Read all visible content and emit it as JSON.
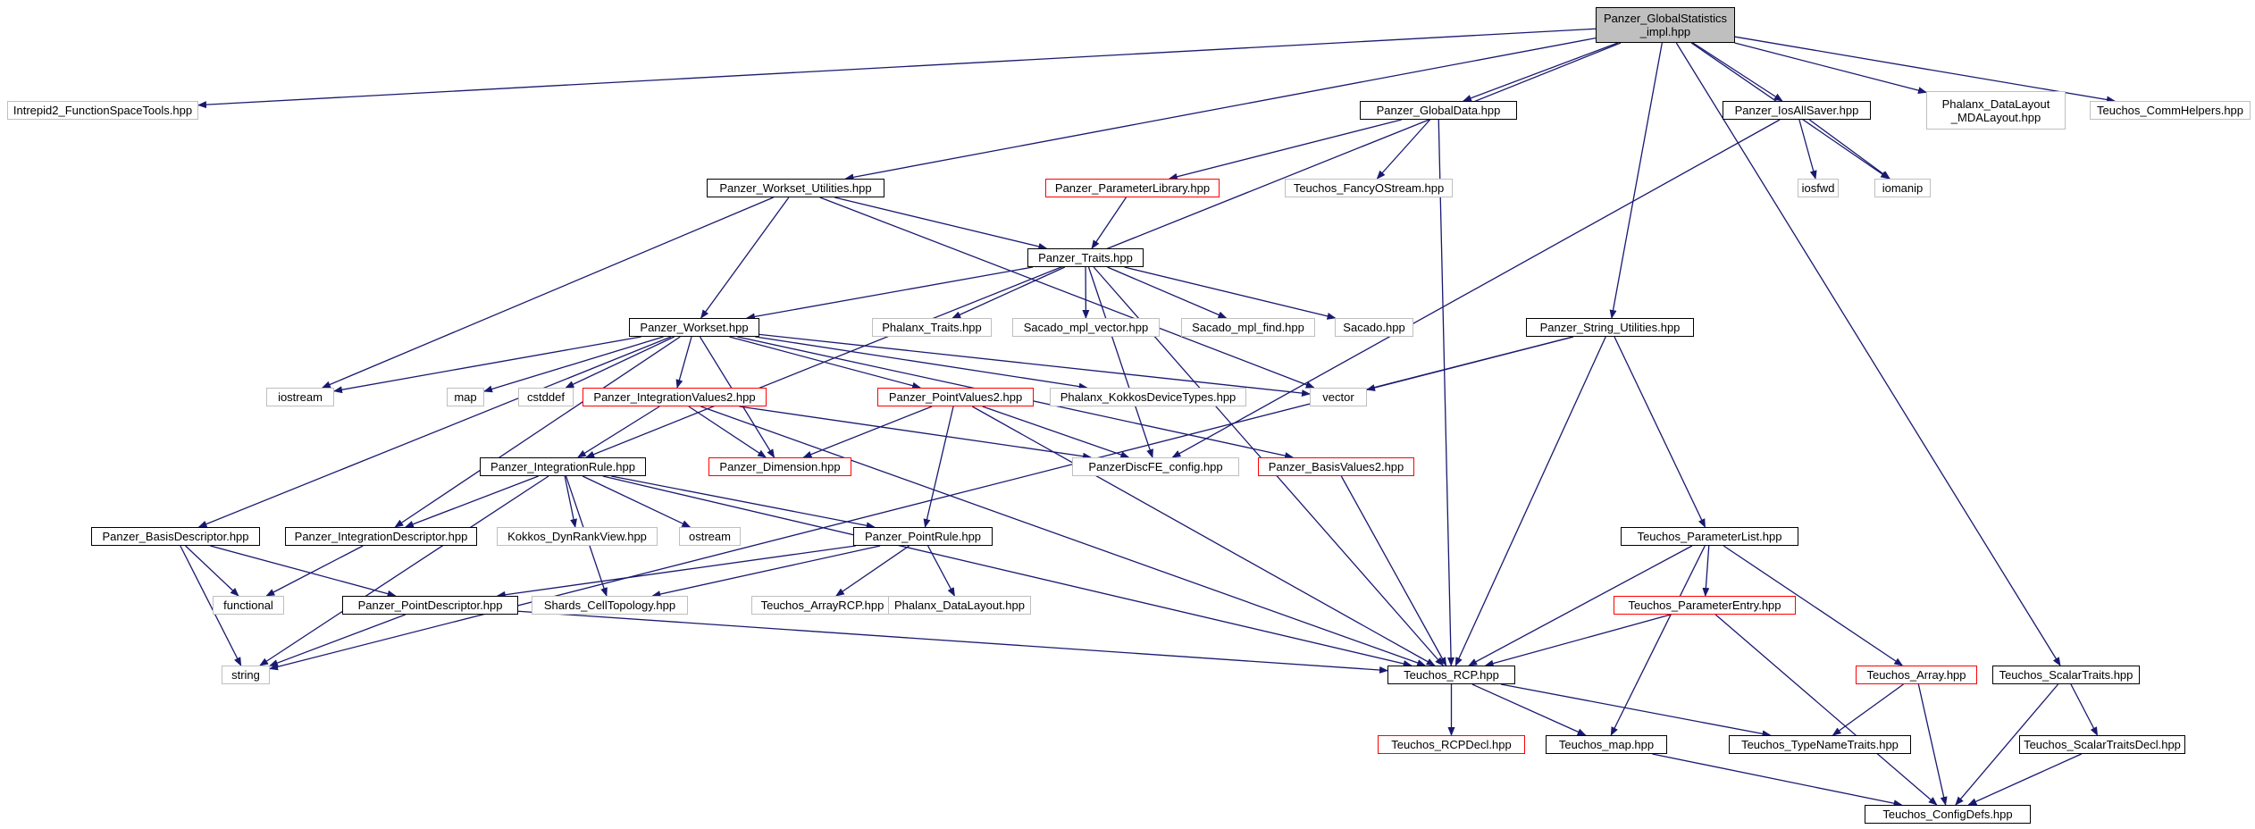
{
  "colors": {
    "edge": "#191970",
    "normal_border": "#000000",
    "external_border": "#bfbfbf",
    "incomplete_border": "#ff0000",
    "root_fill": "#bfbfbf"
  },
  "nodes": [
    {
      "id": "root",
      "label": "Panzer_GlobalStatistics\n_impl.hpp",
      "kind": "root"
    },
    {
      "id": "intrepid2",
      "label": "Intrepid2_FunctionSpaceTools.hpp",
      "kind": "external"
    },
    {
      "id": "globaldata",
      "label": "Panzer_GlobalData.hpp",
      "kind": "normal"
    },
    {
      "id": "iosallsaver",
      "label": "Panzer_IosAllSaver.hpp",
      "kind": "normal"
    },
    {
      "id": "mdalayout",
      "label": "Phalanx_DataLayout\n_MDALayout.hpp",
      "kind": "external"
    },
    {
      "id": "commhelpers",
      "label": "Teuchos_CommHelpers.hpp",
      "kind": "external"
    },
    {
      "id": "worksetutil",
      "label": "Panzer_Workset_Utilities.hpp",
      "kind": "normal"
    },
    {
      "id": "paramlib",
      "label": "Panzer_ParameterLibrary.hpp",
      "kind": "incomplete"
    },
    {
      "id": "fancyostream",
      "label": "Teuchos_FancyOStream.hpp",
      "kind": "external"
    },
    {
      "id": "iosfwd",
      "label": "iosfwd",
      "kind": "external"
    },
    {
      "id": "iomanip",
      "label": "iomanip",
      "kind": "external"
    },
    {
      "id": "traits",
      "label": "Panzer_Traits.hpp",
      "kind": "normal"
    },
    {
      "id": "workset",
      "label": "Panzer_Workset.hpp",
      "kind": "normal"
    },
    {
      "id": "phxtraits",
      "label": "Phalanx_Traits.hpp",
      "kind": "external"
    },
    {
      "id": "mplvector",
      "label": "Sacado_mpl_vector.hpp",
      "kind": "external"
    },
    {
      "id": "mplfind",
      "label": "Sacado_mpl_find.hpp",
      "kind": "external"
    },
    {
      "id": "sacado",
      "label": "Sacado.hpp",
      "kind": "external"
    },
    {
      "id": "stringutil",
      "label": "Panzer_String_Utilities.hpp",
      "kind": "normal"
    },
    {
      "id": "iostream",
      "label": "iostream",
      "kind": "external"
    },
    {
      "id": "map",
      "label": "map",
      "kind": "external"
    },
    {
      "id": "cstddef",
      "label": "cstddef",
      "kind": "external"
    },
    {
      "id": "intvalues2",
      "label": "Panzer_IntegrationValues2.hpp",
      "kind": "incomplete"
    },
    {
      "id": "pointvalues2",
      "label": "Panzer_PointValues2.hpp",
      "kind": "incomplete"
    },
    {
      "id": "kokkosdevice",
      "label": "Phalanx_KokkosDeviceTypes.hpp",
      "kind": "external"
    },
    {
      "id": "vector",
      "label": "vector",
      "kind": "external"
    },
    {
      "id": "intrule",
      "label": "Panzer_IntegrationRule.hpp",
      "kind": "normal"
    },
    {
      "id": "dimension",
      "label": "Panzer_Dimension.hpp",
      "kind": "incomplete"
    },
    {
      "id": "discfe",
      "label": "PanzerDiscFE_config.hpp",
      "kind": "external"
    },
    {
      "id": "basisvalues2",
      "label": "Panzer_BasisValues2.hpp",
      "kind": "incomplete"
    },
    {
      "id": "basisdesc",
      "label": "Panzer_BasisDescriptor.hpp",
      "kind": "normal"
    },
    {
      "id": "intdesc",
      "label": "Panzer_IntegrationDescriptor.hpp",
      "kind": "normal"
    },
    {
      "id": "dynrank",
      "label": "Kokkos_DynRankView.hpp",
      "kind": "external"
    },
    {
      "id": "ostream",
      "label": "ostream",
      "kind": "external"
    },
    {
      "id": "pointrule",
      "label": "Panzer_PointRule.hpp",
      "kind": "normal"
    },
    {
      "id": "paramlist",
      "label": "Teuchos_ParameterList.hpp",
      "kind": "normal"
    },
    {
      "id": "functional",
      "label": "functional",
      "kind": "external"
    },
    {
      "id": "pointdesc",
      "label": "Panzer_PointDescriptor.hpp",
      "kind": "normal"
    },
    {
      "id": "cell",
      "label": "Shards_CellTopology.hpp",
      "kind": "external"
    },
    {
      "id": "arrayrcp",
      "label": "Teuchos_ArrayRCP.hpp",
      "kind": "external"
    },
    {
      "id": "phxdatalayout",
      "label": "Phalanx_DataLayout.hpp",
      "kind": "external"
    },
    {
      "id": "paramentry",
      "label": "Teuchos_ParameterEntry.hpp",
      "kind": "incomplete"
    },
    {
      "id": "string",
      "label": "string",
      "kind": "external"
    },
    {
      "id": "rcp",
      "label": "Teuchos_RCP.hpp",
      "kind": "normal"
    },
    {
      "id": "array",
      "label": "Teuchos_Array.hpp",
      "kind": "incomplete"
    },
    {
      "id": "scalartraits",
      "label": "Teuchos_ScalarTraits.hpp",
      "kind": "normal"
    },
    {
      "id": "rcpdecl",
      "label": "Teuchos_RCPDecl.hpp",
      "kind": "incomplete"
    },
    {
      "id": "tmap",
      "label": "Teuchos_map.hpp",
      "kind": "normal"
    },
    {
      "id": "typename",
      "label": "Teuchos_TypeNameTraits.hpp",
      "kind": "normal"
    },
    {
      "id": "scalardecl",
      "label": "Teuchos_ScalarTraitsDecl.hpp",
      "kind": "normal"
    },
    {
      "id": "configdefs",
      "label": "Teuchos_ConfigDefs.hpp",
      "kind": "normal"
    }
  ],
  "edges": [
    [
      "root",
      "intrepid2"
    ],
    [
      "root",
      "intrule"
    ],
    [
      "root",
      "worksetutil"
    ],
    [
      "root",
      "globaldata"
    ],
    [
      "root",
      "stringutil"
    ],
    [
      "root",
      "iosallsaver"
    ],
    [
      "root",
      "iomanip"
    ],
    [
      "root",
      "mdalayout"
    ],
    [
      "root",
      "commhelpers"
    ],
    [
      "root",
      "scalartraits"
    ],
    [
      "globaldata",
      "paramlib"
    ],
    [
      "globaldata",
      "fancyostream"
    ],
    [
      "globaldata",
      "rcp"
    ],
    [
      "iosallsaver",
      "iosfwd"
    ],
    [
      "iosallsaver",
      "iomanip"
    ],
    [
      "iosallsaver",
      "discfe"
    ],
    [
      "paramlib",
      "traits"
    ],
    [
      "worksetutil",
      "traits"
    ],
    [
      "worksetutil",
      "workset"
    ],
    [
      "worksetutil",
      "iostream"
    ],
    [
      "worksetutil",
      "vector"
    ],
    [
      "traits",
      "workset"
    ],
    [
      "traits",
      "phxtraits"
    ],
    [
      "traits",
      "mplvector"
    ],
    [
      "traits",
      "mplfind"
    ],
    [
      "traits",
      "sacado"
    ],
    [
      "traits",
      "discfe"
    ],
    [
      "traits",
      "rcp"
    ],
    [
      "workset",
      "iostream"
    ],
    [
      "workset",
      "map"
    ],
    [
      "workset",
      "cstddef"
    ],
    [
      "workset",
      "intvalues2"
    ],
    [
      "workset",
      "pointvalues2"
    ],
    [
      "workset",
      "kokkosdevice"
    ],
    [
      "workset",
      "vector"
    ],
    [
      "workset",
      "basisvalues2"
    ],
    [
      "workset",
      "dimension"
    ],
    [
      "workset",
      "basisdesc"
    ],
    [
      "workset",
      "intdesc"
    ],
    [
      "stringutil",
      "vector"
    ],
    [
      "stringutil",
      "string"
    ],
    [
      "stringutil",
      "rcp"
    ],
    [
      "stringutil",
      "paramlist"
    ],
    [
      "intvalues2",
      "intrule"
    ],
    [
      "intvalues2",
      "dimension"
    ],
    [
      "intvalues2",
      "discfe"
    ],
    [
      "intvalues2",
      "rcp"
    ],
    [
      "pointvalues2",
      "dimension"
    ],
    [
      "pointvalues2",
      "discfe"
    ],
    [
      "pointvalues2",
      "pointrule"
    ],
    [
      "pointvalues2",
      "rcp"
    ],
    [
      "basisvalues2",
      "rcp"
    ],
    [
      "intrule",
      "intdesc"
    ],
    [
      "intrule",
      "dynrank"
    ],
    [
      "intrule",
      "ostream"
    ],
    [
      "intrule",
      "pointrule"
    ],
    [
      "intrule",
      "cell"
    ],
    [
      "intrule",
      "string"
    ],
    [
      "intrule",
      "rcp"
    ],
    [
      "basisdesc",
      "functional"
    ],
    [
      "basisdesc",
      "pointdesc"
    ],
    [
      "basisdesc",
      "string"
    ],
    [
      "intdesc",
      "functional"
    ],
    [
      "pointrule",
      "pointdesc"
    ],
    [
      "pointrule",
      "cell"
    ],
    [
      "pointrule",
      "arrayrcp"
    ],
    [
      "pointrule",
      "phxdatalayout"
    ],
    [
      "pointdesc",
      "string"
    ],
    [
      "pointdesc",
      "rcp"
    ],
    [
      "paramlist",
      "rcp"
    ],
    [
      "paramlist",
      "paramentry"
    ],
    [
      "paramlist",
      "array"
    ],
    [
      "paramlist",
      "tmap"
    ],
    [
      "paramentry",
      "rcp"
    ],
    [
      "paramentry",
      "configdefs"
    ],
    [
      "rcp",
      "rcpdecl"
    ],
    [
      "rcp",
      "tmap"
    ],
    [
      "rcp",
      "typename"
    ],
    [
      "array",
      "typename"
    ],
    [
      "array",
      "configdefs"
    ],
    [
      "scalartraits",
      "scalardecl"
    ],
    [
      "scalartraits",
      "configdefs"
    ],
    [
      "scalardecl",
      "configdefs"
    ],
    [
      "tmap",
      "configdefs"
    ]
  ]
}
